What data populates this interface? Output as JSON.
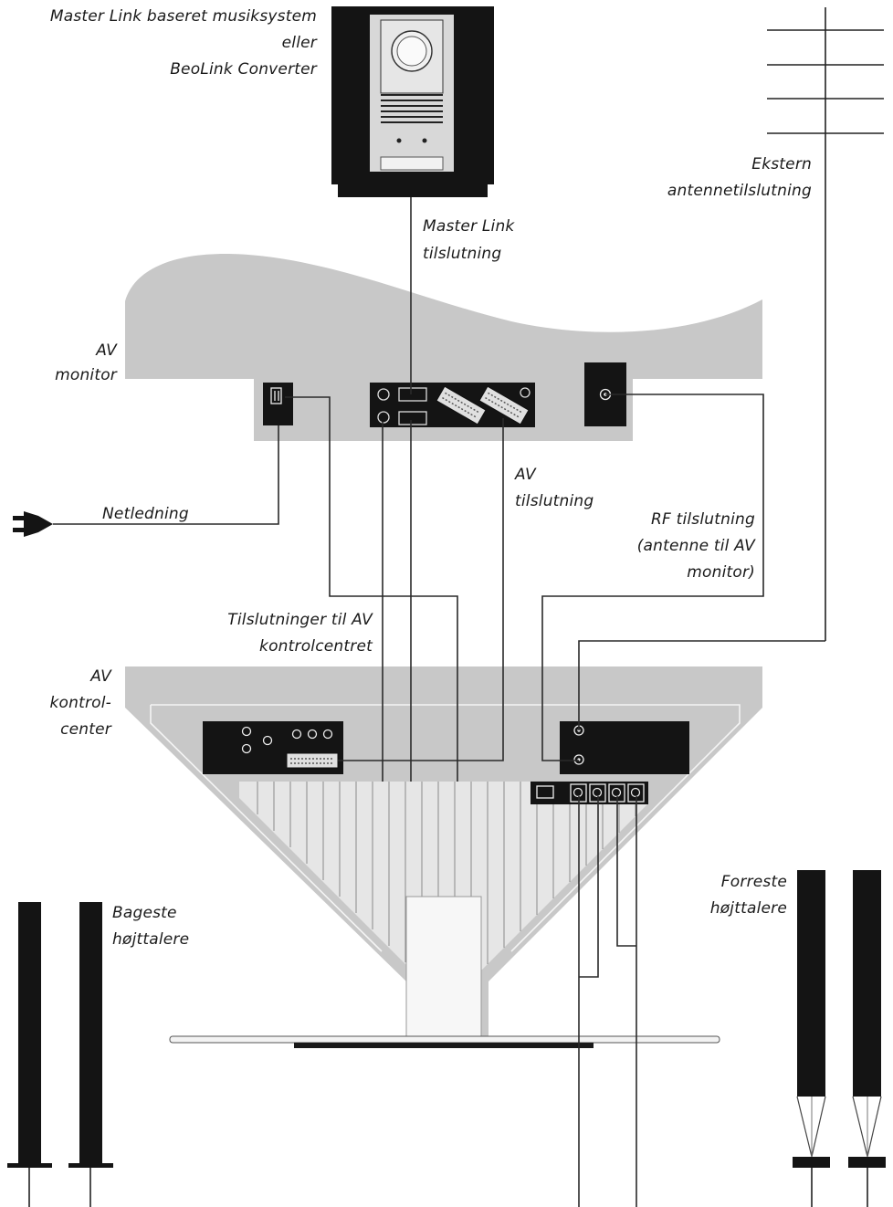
{
  "labels": {
    "music_system_line1": "Master Link baseret musiksystem",
    "music_system_line2": "eller",
    "music_system_line3": "BeoLink Converter",
    "antenna_line1": "Ekstern",
    "antenna_line2": "antennetilslutning",
    "master_link_line1": "Master Link",
    "master_link_line2": "tilslutning",
    "av_monitor_line1": "AV",
    "av_monitor_line2": "monitor",
    "mains_lead": "Netledning",
    "av_conn_line1": "AV",
    "av_conn_line2": "tilslutning",
    "rf_line1": "RF tilslutning",
    "rf_line2": "(antenne til AV",
    "rf_line3": "monitor)",
    "connections_line1": "Tilslutninger til AV",
    "connections_line2": "kontrolcentret",
    "av_centre_line1": "AV",
    "av_centre_line2": "kontrol-",
    "av_centre_line3": "center",
    "rear_speakers_line1": "Bageste",
    "rear_speakers_line2": "højttalere",
    "front_speakers_line1": "Forreste",
    "front_speakers_line2": "højttalere"
  }
}
